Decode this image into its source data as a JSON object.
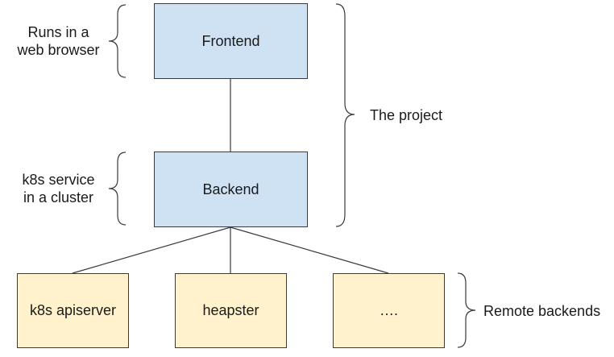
{
  "nodes": {
    "frontend": "Frontend",
    "backend": "Backend",
    "apiserver": "k8s apiserver",
    "heapster": "heapster",
    "more": "…."
  },
  "annotations": {
    "frontend_line1": "Runs in a",
    "frontend_line2": "web browser",
    "backend_line1": "k8s service",
    "backend_line2": "in a cluster",
    "project": "The project",
    "remote": "Remote backends"
  },
  "colors": {
    "tier_fill": "#cfe2f3",
    "remote_fill": "#fff2cc",
    "stroke": "#3a3a3a"
  }
}
